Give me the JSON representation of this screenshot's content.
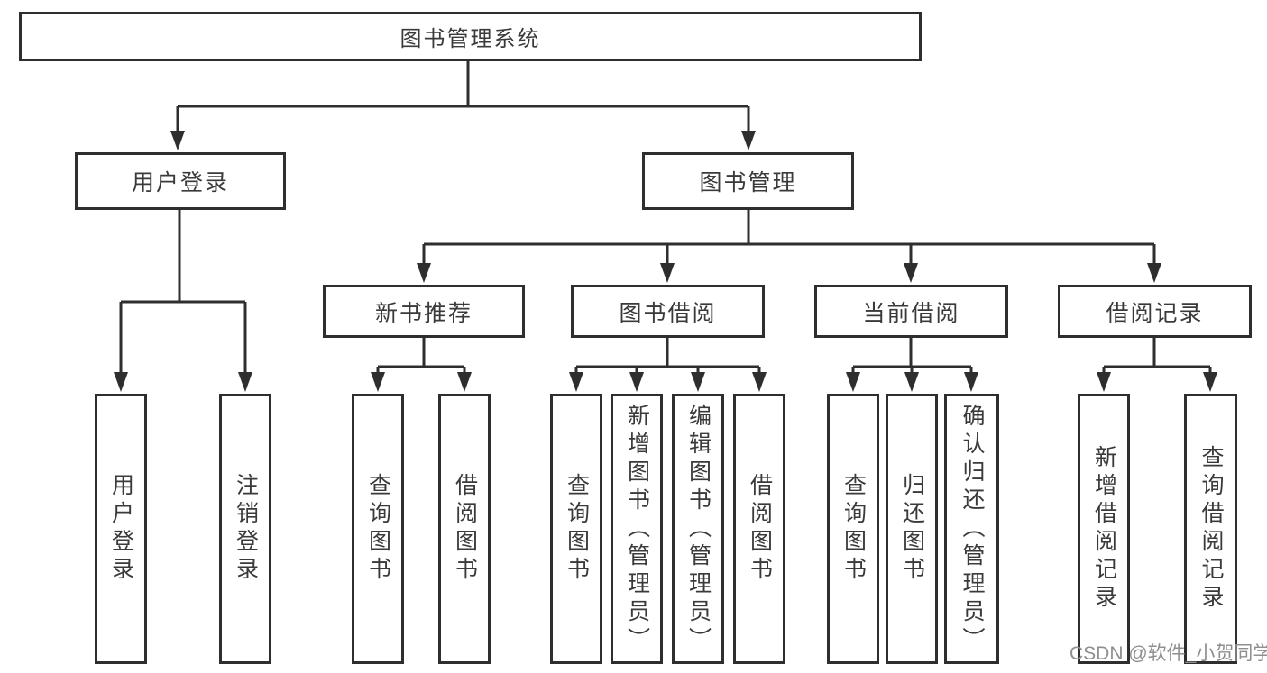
{
  "root": {
    "label": "图书管理系统"
  },
  "level2": {
    "user_login": {
      "label": "用户登录"
    },
    "book_mgmt": {
      "label": "图书管理"
    }
  },
  "level3": {
    "new_books": {
      "label": "新书推荐"
    },
    "book_borrow": {
      "label": "图书借阅"
    },
    "current_borrow": {
      "label": "当前借阅"
    },
    "borrow_records": {
      "label": "借阅记录"
    }
  },
  "leaves": {
    "user_login_leaf": {
      "label": "用户登录"
    },
    "logout": {
      "label": "注销登录"
    },
    "nb_query": {
      "label": "查询图书"
    },
    "nb_borrow": {
      "label": "借阅图书"
    },
    "bb_query": {
      "label": "查询图书"
    },
    "bb_add": {
      "label": "新增图书（管理员）"
    },
    "bb_edit": {
      "label": "编辑图书（管理员）"
    },
    "bb_borrow": {
      "label": "借阅图书"
    },
    "cb_query": {
      "label": "查询图书"
    },
    "cb_return": {
      "label": "归还图书"
    },
    "cb_confirm": {
      "label": "确认归还（管理员）"
    },
    "br_add": {
      "label": "新增借阅记录"
    },
    "br_query": {
      "label": "查询借阅记录"
    }
  },
  "watermark": {
    "text": "CSDN @软件_小贺同学"
  },
  "colors": {
    "line": "#2e2e2e",
    "text": "#3a3a3a",
    "watermark": "#8f8f8f",
    "background": "#ffffff"
  }
}
